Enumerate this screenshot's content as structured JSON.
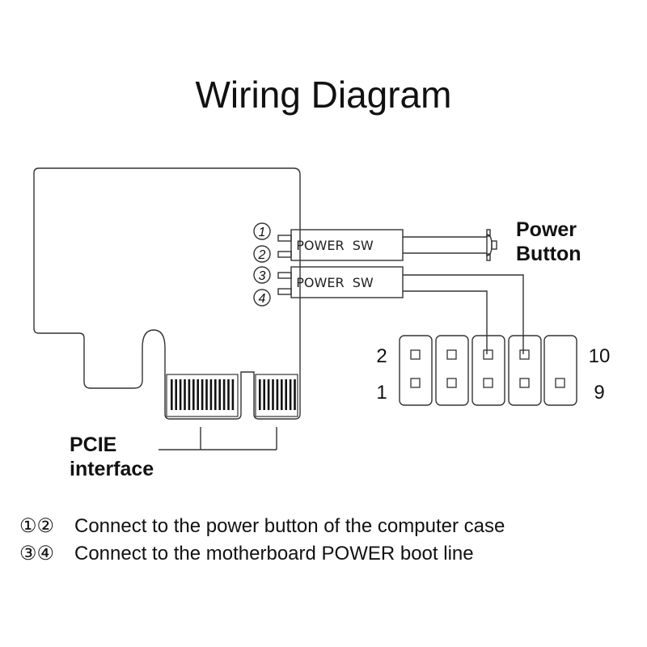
{
  "title": "Wiring Diagram",
  "power_button_label": [
    "Power",
    "Button"
  ],
  "pcie_label": [
    "PCIE",
    "interface"
  ],
  "switch_labels": [
    "POWER  SW",
    "POWER  SW"
  ],
  "pin_markers": [
    "1",
    "2",
    "3",
    "4"
  ],
  "header_numbers": {
    "top_left": "2",
    "bottom_left": "1",
    "top_right": "10",
    "bottom_right": "9"
  },
  "legend": [
    {
      "marks": "①②",
      "text": "Connect to the power button of the computer case"
    },
    {
      "marks": "③④",
      "text": "Connect to the motherboard POWER boot line"
    }
  ]
}
